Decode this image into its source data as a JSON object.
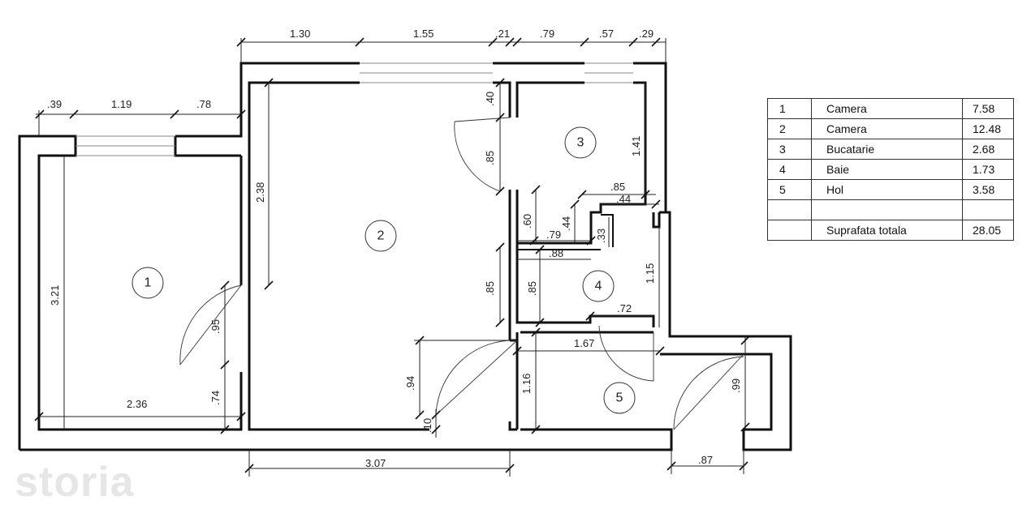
{
  "dimensions": [
    ".39",
    "1.19",
    ".78",
    "1.30",
    "1.55",
    ".21",
    ".79",
    ".57",
    ".29",
    ".40",
    ".85",
    "1.41",
    "3.21",
    "2.38",
    ".95",
    ".74",
    "2.36",
    "3.07",
    ".85",
    ".44",
    ".60",
    ".44",
    ".79",
    ".33",
    ".88",
    ".85",
    ".85",
    "1.15",
    ".72",
    "1.67",
    ".94",
    "1.16",
    ".10",
    ".99",
    ".87"
  ],
  "rooms": [
    "1",
    "2",
    "3",
    "4",
    "5"
  ],
  "legend": {
    "rows": [
      {
        "num": "1",
        "name": "Camera",
        "area": "7.58"
      },
      {
        "num": "2",
        "name": "Camera",
        "area": "12.48"
      },
      {
        "num": "3",
        "name": "Bucatarie",
        "area": "2.68"
      },
      {
        "num": "4",
        "name": "Baie",
        "area": "1.73"
      },
      {
        "num": "5",
        "name": "Hol",
        "area": "3.58"
      },
      {
        "num": "",
        "name": "",
        "area": ""
      }
    ],
    "total": {
      "num": "",
      "name": "Suprafata totala",
      "area": "28.05"
    }
  },
  "watermark": "storia"
}
